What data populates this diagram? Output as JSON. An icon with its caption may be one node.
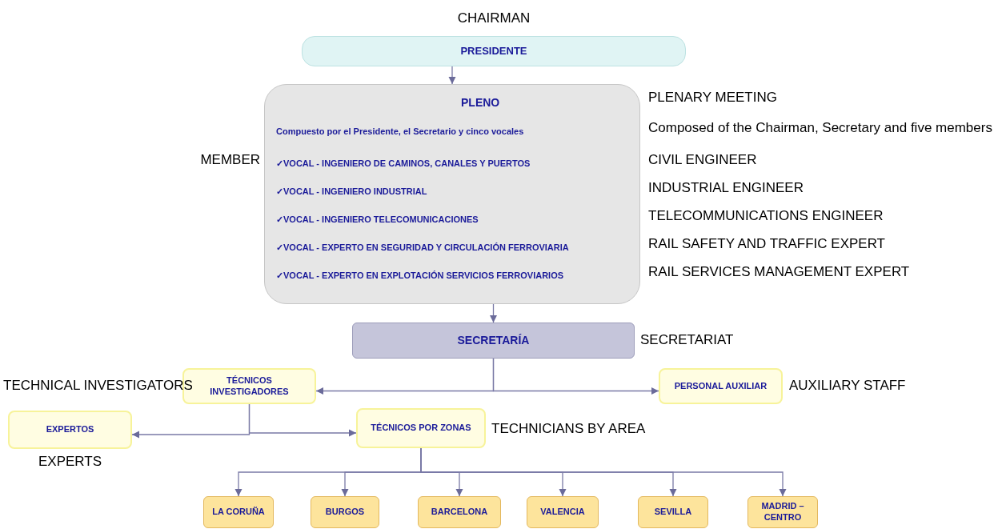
{
  "diagram": {
    "nodes": [
      {
        "text": [
          "PRESIDENTE"
        ],
        "beside": [
          "CHAIRMAN"
        ]
      },
      {
        "text": [
          "PLENO",
          "Compuesto por el Presidente, el Secretario y cinco vocales",
          "✓VOCAL - INGENIERO DE CAMINOS, CANALES Y PUERTOS",
          "✓VOCAL - INGENIERO INDUSTRIAL",
          "✓VOCAL - INGENIERO TELECOMUNICACIONES",
          "✓VOCAL - EXPERTO EN SEGURIDAD Y CIRCULACIÓN FERROVIARIA",
          "✓VOCAL - EXPERTO EN EXPLOTACIÓN SERVICIOS FERROVIARIOS"
        ],
        "beside": [
          "PLENARY MEETING",
          "Composed of the Chairman, Secretary and five members",
          "MEMBER",
          "CIVIL ENGINEER",
          "INDUSTRIAL ENGINEER",
          "TELECOMMUNICATIONS ENGINEER",
          "RAIL SAFETY AND TRAFFIC EXPERT",
          "RAIL SERVICES MANAGEMENT EXPERT"
        ]
      },
      {
        "text": [
          "SECRETARÍA"
        ],
        "beside": [
          "SECRETARIAT"
        ]
      },
      {
        "text": [
          "TÉCNICOS INVESTIGADORES"
        ],
        "beside": [
          "TECHNICAL INVESTIGATORS"
        ]
      },
      {
        "text": [
          "PERSONAL AUXILIAR"
        ],
        "beside": [
          "AUXILIARY STAFF"
        ]
      },
      {
        "text": [
          "EXPERTOS"
        ],
        "beside": [
          "EXPERTS"
        ]
      },
      {
        "text": [
          "TÉCNICOS POR ZONAS"
        ],
        "beside": [
          "TECHNICIANS BY AREA"
        ]
      },
      {
        "text": [
          "LA CORUÑA"
        ]
      },
      {
        "text": [
          "BURGOS"
        ]
      },
      {
        "text": [
          "BARCELONA"
        ]
      },
      {
        "text": [
          "VALENCIA"
        ]
      },
      {
        "text": [
          "SEVILLA"
        ]
      },
      {
        "text": [
          "MADRID – CENTRO"
        ]
      }
    ],
    "edges": [
      {
        "from": 0,
        "to": 1,
        "arrow": "to"
      },
      {
        "from": 1,
        "to": 2,
        "arrow": "to"
      },
      {
        "from": 2,
        "to": 3,
        "arrow": "to"
      },
      {
        "from": 2,
        "to": 4,
        "arrow": "to"
      },
      {
        "from": 3,
        "to": 5,
        "arrow": "to"
      },
      {
        "from": 3,
        "to": 6,
        "arrow": "to"
      },
      {
        "from": 6,
        "to": 7,
        "arrow": "to"
      },
      {
        "from": 6,
        "to": 8,
        "arrow": "to"
      },
      {
        "from": 6,
        "to": 9,
        "arrow": "to"
      },
      {
        "from": 6,
        "to": 10,
        "arrow": "to"
      },
      {
        "from": 6,
        "to": 11,
        "arrow": "to"
      },
      {
        "from": 6,
        "to": 12,
        "arrow": "to"
      }
    ]
  }
}
